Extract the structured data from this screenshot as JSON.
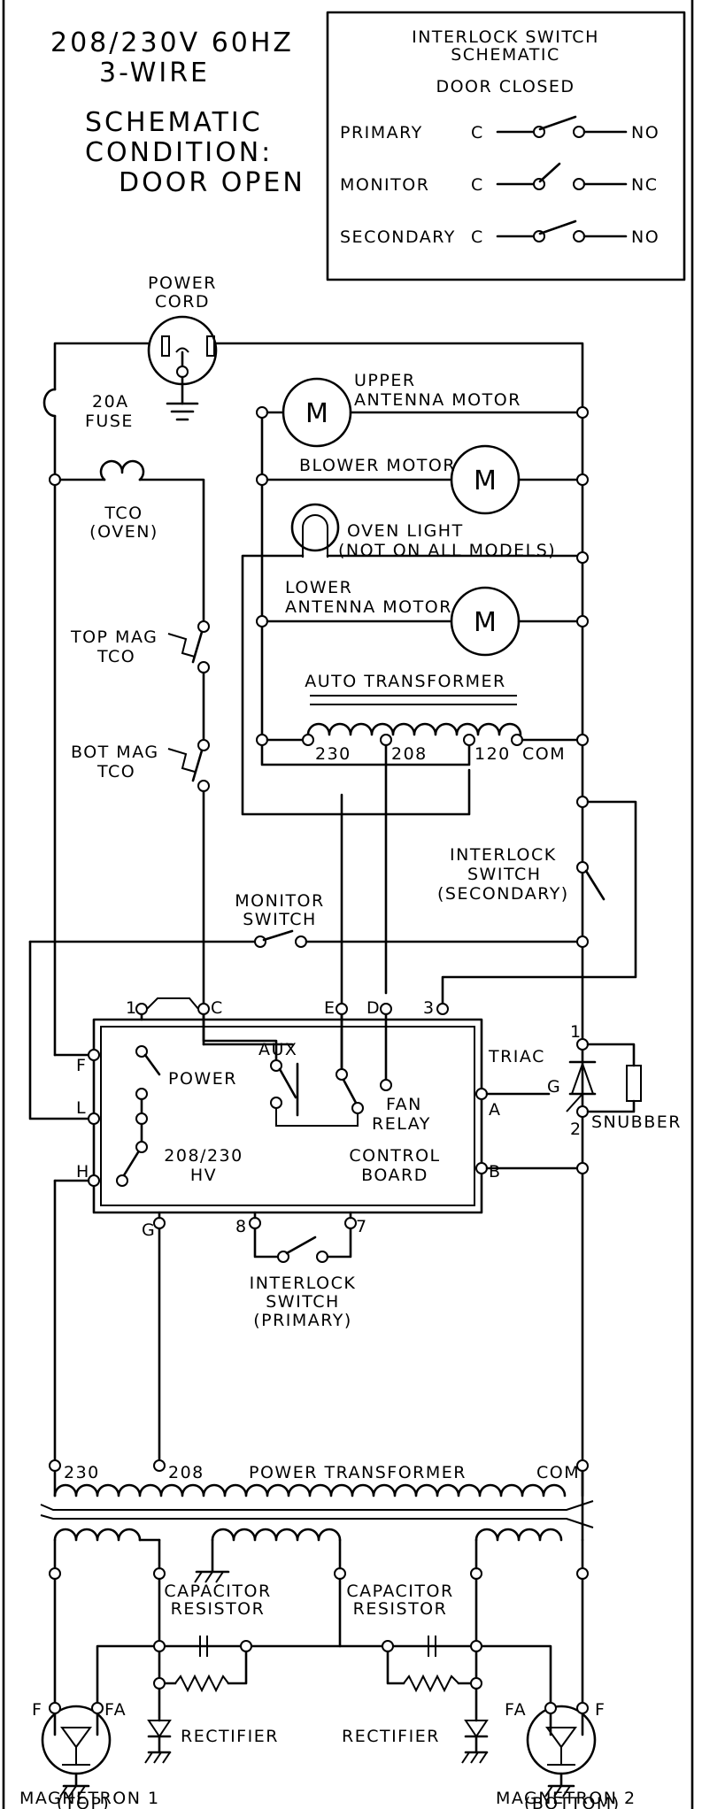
{
  "supply": {
    "line1": "208/230V 60HZ",
    "line2": "3-WIRE"
  },
  "condition": {
    "line1": "SCHEMATIC",
    "line2": "CONDITION:",
    "line3": "DOOR OPEN"
  },
  "legend": {
    "title1": "INTERLOCK SWITCH",
    "title2": "SCHEMATIC",
    "subtitle": "DOOR CLOSED",
    "rows": [
      {
        "name": "PRIMARY",
        "c": "C",
        "state": "NO"
      },
      {
        "name": "MONITOR",
        "c": "C",
        "state": "NC"
      },
      {
        "name": "SECONDARY",
        "c": "C",
        "state": "NO"
      }
    ]
  },
  "labels": {
    "power_cord_1": "POWER",
    "power_cord_2": "CORD",
    "fuse_1": "20A",
    "fuse_2": "FUSE",
    "tco_oven_1": "TCO",
    "tco_oven_2": "(OVEN)",
    "top_mag_1": "TOP MAG",
    "top_mag_2": "TCO",
    "bot_mag_1": "BOT MAG",
    "bot_mag_2": "TCO",
    "upper_motor_1": "UPPER",
    "upper_motor_2": "ANTENNA MOTOR",
    "blower_motor": "BLOWER MOTOR",
    "oven_light_1": "OVEN LIGHT",
    "oven_light_2": "(NOT ON ALL MODELS)",
    "lower_motor_1": "LOWER",
    "lower_motor_2": "ANTENNA MOTOR",
    "motor_symbol": "M",
    "auto_transformer": "AUTO TRANSFORMER",
    "tap_230": "230",
    "tap_208": "208",
    "tap_120": "120",
    "tap_com": "COM",
    "int_sec_1": "INTERLOCK",
    "int_sec_2": "SWITCH",
    "int_sec_3": "(SECONDARY)",
    "monitor_1": "MONITOR",
    "monitor_2": "SWITCH",
    "term_1": "1",
    "term_c": "C",
    "term_e": "E",
    "term_d": "D",
    "term_3": "3",
    "term_f": "F",
    "term_l": "L",
    "term_h": "H",
    "term_g": "G",
    "term_a": "A",
    "term_b": "B",
    "power": "POWER",
    "aux": "AUX",
    "fan_1": "FAN",
    "fan_2": "RELAY",
    "hv_1": "208/230",
    "hv_2": "HV",
    "cb_1": "CONTROL",
    "cb_2": "BOARD",
    "triac": "TRIAC",
    "triac_g": "G",
    "triac_1": "1",
    "triac_2": "2",
    "snubber": "SNUBBER",
    "term_8": "8",
    "term_7": "7",
    "int_pri_1": "INTERLOCK",
    "int_pri_2": "SWITCH",
    "int_pri_3": "(PRIMARY)",
    "pt_230": "230",
    "pt_208": "208",
    "pt_name": "POWER TRANSFORMER",
    "pt_com": "COM",
    "cap_res_1": "CAPACITOR",
    "cap_res_2": "RESISTOR",
    "rectifier": "RECTIFIER",
    "mag_f": "F",
    "mag_fa": "FA",
    "mag1_1": "MAGNETRON 1",
    "mag1_2": "(TOP)",
    "mag2_1": "MAGNETRON 2",
    "mag2_2": "(BOTTOM)"
  }
}
